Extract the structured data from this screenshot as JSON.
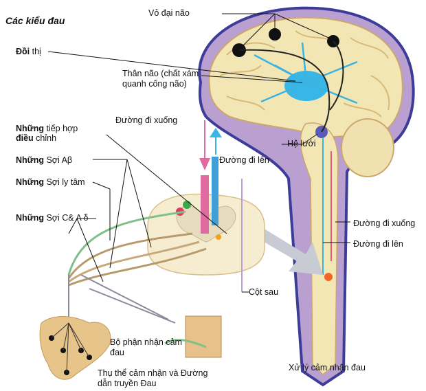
{
  "title": "Các kiểu đau",
  "labels": {
    "cortex": "Vỏ đại não",
    "thalamus_bold": "Đồi",
    "thalamus_rest": " thị",
    "brainstem": "Thân não (chất xám quanh cống não)",
    "descending_top": "Đường đi xuống",
    "ascending_top": "Đường đi lên",
    "reticular": "Hệ lưới",
    "synapse_bold": "Những",
    "synapse_rest": " tiếp hợp",
    "synapse_line2_bold": "điều",
    "synapse_line2_rest": " chỉnh",
    "abeta_bold": "Những",
    "abeta_rest": " Sợi Aβ",
    "efferent_bold": "Những",
    "efferent_rest": " Sợi ly tâm",
    "c_a_bold": "Những",
    "c_a_rest": " Sợi C& A δ",
    "descending_right": "Đường đi xuống",
    "ascending_right": "Đường đi lên",
    "dorsal_column": "Cột sau",
    "nociceptor": "Bộ phận nhận cảm đau",
    "receptor_pathway": "Thụ thể cảm nhận và Đường dẫn truyền Đau",
    "processing": "Xử lý cảm nhận đau"
  }
}
